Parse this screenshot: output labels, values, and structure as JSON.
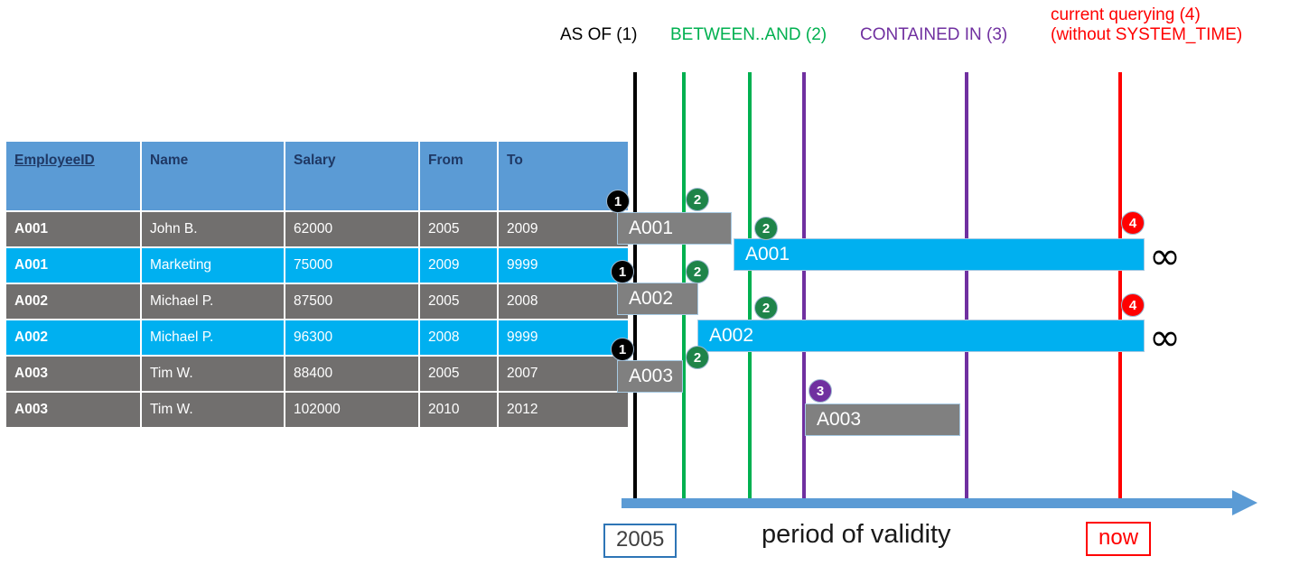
{
  "table": {
    "columns": [
      "EmployeeID",
      "Name",
      "Salary",
      "From",
      "To"
    ],
    "rows": [
      {
        "id": "A001",
        "name": "John  B.",
        "salary": "62000",
        "from": "2005",
        "to": "2009",
        "style": "gray"
      },
      {
        "id": "A001",
        "name": "Marketing",
        "salary": "75000",
        "from": "2009",
        "to": "9999",
        "style": "cyan"
      },
      {
        "id": "A002",
        "name": "Michael P.",
        "salary": "87500",
        "from": "2005",
        "to": "2008",
        "style": "gray"
      },
      {
        "id": "A002",
        "name": "Michael P.",
        "salary": "96300",
        "from": "2008",
        "to": "9999",
        "style": "cyan"
      },
      {
        "id": "A003",
        "name": "Tim W.",
        "salary": "88400",
        "from": "2005",
        "to": "2007",
        "style": "gray"
      },
      {
        "id": "A003",
        "name": "Tim W.",
        "salary": "102000",
        "from": "2010",
        "to": "2012",
        "style": "gray"
      }
    ]
  },
  "diagram": {
    "legend": [
      {
        "label": "AS OF (1)",
        "color": "#000000"
      },
      {
        "label": "BETWEEN..AND (2)",
        "color": "#00B050"
      },
      {
        "label": "CONTAINED IN (3)",
        "color": "#7030A0"
      },
      {
        "label": "current querying (4)",
        "label2": "(without SYSTEM_TIME)",
        "color": "#FF0000"
      }
    ],
    "bars": [
      {
        "label": "A001",
        "style": "gray"
      },
      {
        "label": "A001",
        "style": "cyan"
      },
      {
        "label": "A002",
        "style": "gray"
      },
      {
        "label": "A002",
        "style": "cyan"
      },
      {
        "label": "A003",
        "style": "gray"
      },
      {
        "label": "A003",
        "style": "gray"
      }
    ],
    "badges": [
      "1",
      "2",
      "2",
      "1",
      "2",
      "2",
      "1",
      "2",
      "3",
      "4",
      "4"
    ],
    "infinity_symbol": "∞",
    "axis": {
      "start_label": "2005",
      "end_label": "now",
      "caption": "period of validity"
    }
  }
}
